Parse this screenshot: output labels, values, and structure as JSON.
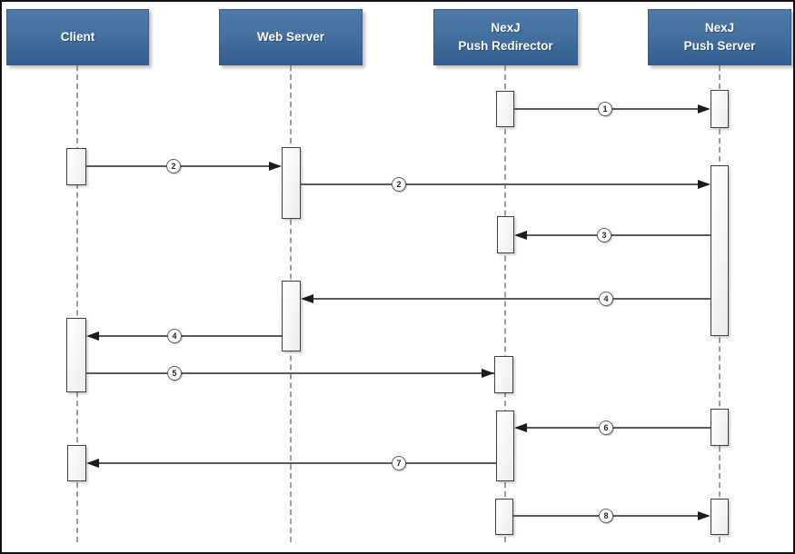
{
  "diagram": {
    "type": "sequence-diagram",
    "actors": [
      {
        "id": "client",
        "line1": "Client",
        "line2": ""
      },
      {
        "id": "web-server",
        "line1": "Web Server",
        "line2": ""
      },
      {
        "id": "push-redirector",
        "line1": "NexJ",
        "line2": "Push Redirector"
      },
      {
        "id": "push-server",
        "line1": "NexJ",
        "line2": "Push Server"
      }
    ],
    "messages": [
      {
        "num": "1",
        "from": "push-redirector",
        "to": "push-server",
        "direction": "right"
      },
      {
        "num": "2",
        "from": "client",
        "to": "web-server",
        "direction": "right"
      },
      {
        "num": "2",
        "from": "web-server",
        "to": "push-server",
        "direction": "right"
      },
      {
        "num": "3",
        "from": "push-server",
        "to": "push-redirector",
        "direction": "left"
      },
      {
        "num": "4",
        "from": "push-server",
        "to": "web-server",
        "direction": "left"
      },
      {
        "num": "4",
        "from": "web-server",
        "to": "client",
        "direction": "left"
      },
      {
        "num": "5",
        "from": "client",
        "to": "push-redirector",
        "direction": "right"
      },
      {
        "num": "6",
        "from": "push-server",
        "to": "push-redirector",
        "direction": "left"
      },
      {
        "num": "7",
        "from": "push-redirector",
        "to": "client",
        "direction": "left"
      },
      {
        "num": "8",
        "from": "push-redirector",
        "to": "push-server",
        "direction": "right"
      }
    ],
    "colors": {
      "actor_fill_top": "#4e7aa8",
      "actor_fill_bottom": "#335f90",
      "actor_border": "#2f5d8d",
      "actor_text": "#ffffff",
      "lifeline": "#9b9b9b",
      "arrow_line": "#5a5a5a",
      "arrowhead": "#1c1c1c",
      "activation_fill": "#f7f7f7",
      "activation_border": "#3f3f3f",
      "canvas_border": "#111111"
    }
  }
}
